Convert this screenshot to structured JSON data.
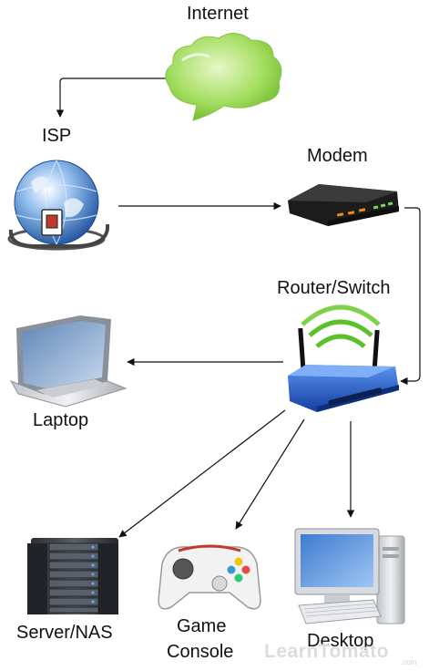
{
  "nodes": {
    "internet": "Internet",
    "isp": "ISP",
    "modem": "Modem",
    "router": "Router/Switch",
    "laptop": "Laptop",
    "server": "Server/NAS",
    "game_line1": "Game",
    "game_line2": "Console",
    "desktop": "Desktop"
  },
  "watermark": {
    "brand": "LearnTomato",
    "sub": ".com"
  },
  "colors": {
    "cloud": "#8fd14f",
    "globe": "#2f6fc4",
    "router": "#1e5bd1",
    "modem": "#1c1c1c",
    "modem_led": "#f08a1c",
    "wifi": "#5cc02a"
  },
  "icons": [
    "cloud-icon",
    "globe-icon",
    "modem-icon",
    "router-icon",
    "laptop-icon",
    "server-icon",
    "gamepad-icon",
    "desktop-icon"
  ]
}
